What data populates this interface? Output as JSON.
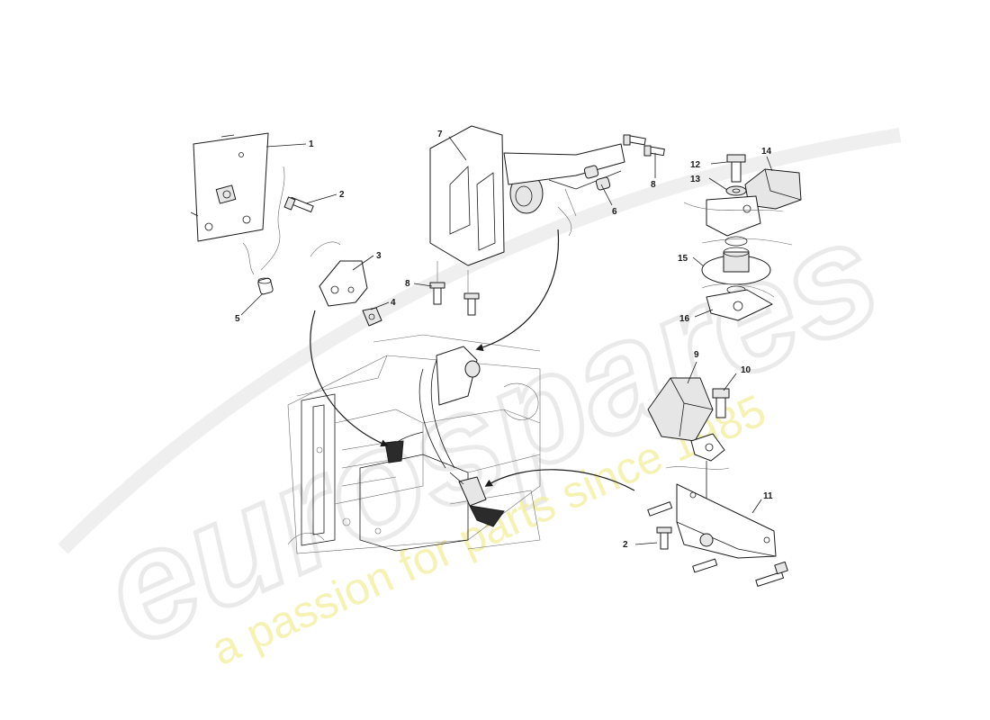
{
  "watermark": {
    "logo": "eurospares",
    "tagline": "a passion for parts since 1985"
  },
  "callouts": {
    "c1": "1",
    "c2": "2",
    "c2b": "2",
    "c3": "3",
    "c4": "4",
    "c5": "5",
    "c6": "6",
    "c7": "7",
    "c8": "8",
    "c8b": "8",
    "c9": "9",
    "c10": "10",
    "c11": "11",
    "c12": "12",
    "c13": "13",
    "c14": "14",
    "c15": "15",
    "c16": "16"
  }
}
